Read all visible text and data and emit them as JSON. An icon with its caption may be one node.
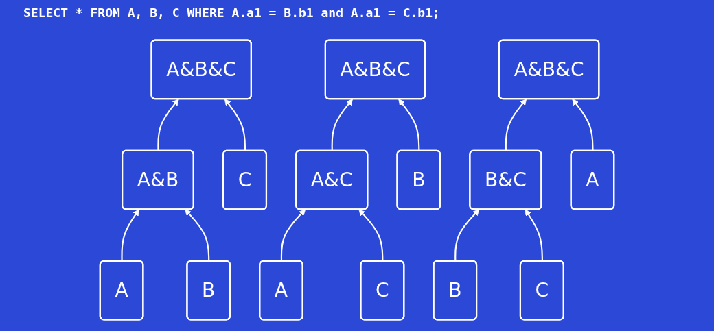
{
  "diagram": {
    "title": "SELECT * FROM A, B, C WHERE A.a1 = B.b1 and A.a1 = C.b1;",
    "nodes": [
      {
        "text": [
          "A&B&C"
        ]
      },
      {
        "text": [
          "A&B&C"
        ]
      },
      {
        "text": [
          "A&B&C"
        ]
      },
      {
        "text": [
          "A&B"
        ]
      },
      {
        "text": [
          "C"
        ]
      },
      {
        "text": [
          "A&C"
        ]
      },
      {
        "text": [
          "B"
        ]
      },
      {
        "text": [
          "B&C"
        ]
      },
      {
        "text": [
          "A"
        ]
      },
      {
        "text": [
          "A"
        ]
      },
      {
        "text": [
          "B"
        ]
      },
      {
        "text": [
          "A"
        ]
      },
      {
        "text": [
          "C"
        ]
      },
      {
        "text": [
          "B"
        ]
      },
      {
        "text": [
          "C"
        ]
      }
    ],
    "edges": [
      {
        "from": 3,
        "to": 0,
        "arrow": "to"
      },
      {
        "from": 4,
        "to": 0,
        "arrow": "to"
      },
      {
        "from": 9,
        "to": 3,
        "arrow": "to"
      },
      {
        "from": 10,
        "to": 3,
        "arrow": "to"
      },
      {
        "from": 5,
        "to": 1,
        "arrow": "to"
      },
      {
        "from": 6,
        "to": 1,
        "arrow": "to"
      },
      {
        "from": 11,
        "to": 5,
        "arrow": "to"
      },
      {
        "from": 12,
        "to": 5,
        "arrow": "to"
      },
      {
        "from": 7,
        "to": 2,
        "arrow": "to"
      },
      {
        "from": 8,
        "to": 2,
        "arrow": "to"
      },
      {
        "from": 13,
        "to": 7,
        "arrow": "to"
      },
      {
        "from": 14,
        "to": 7,
        "arrow": "to"
      }
    ]
  }
}
